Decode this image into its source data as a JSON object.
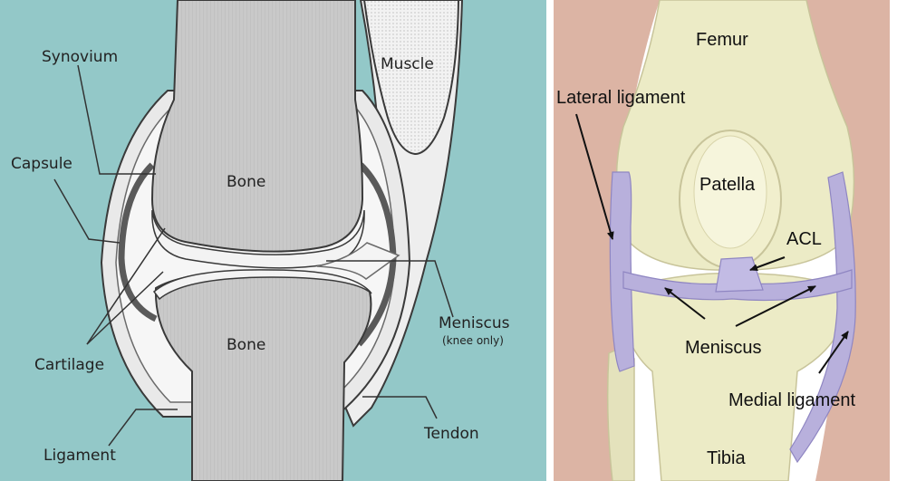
{
  "left_panel": {
    "labels": {
      "synovium": "Synovium",
      "muscle": "Muscle",
      "capsule": "Capsule",
      "bone_upper": "Bone",
      "bone_lower": "Bone",
      "meniscus": "Meniscus",
      "knee_only": "(knee only)",
      "cartilage": "Cartilage",
      "tendon": "Tendon",
      "ligament": "Ligament"
    },
    "colors": {
      "background": "#93c8c8",
      "bone": "#c7c7c7",
      "outline": "#3a3a3a"
    }
  },
  "right_panel": {
    "labels": {
      "femur": "Femur",
      "lateral_ligament": "Lateral ligament",
      "patella": "Patella",
      "acl": "ACL",
      "meniscus": "Meniscus",
      "medial_ligament": "Medial ligament",
      "tibia": "Tibia"
    },
    "colors": {
      "skin": "#dcb4a4",
      "bone": "#ecebc6",
      "ligament": "#b8b0dc"
    }
  }
}
